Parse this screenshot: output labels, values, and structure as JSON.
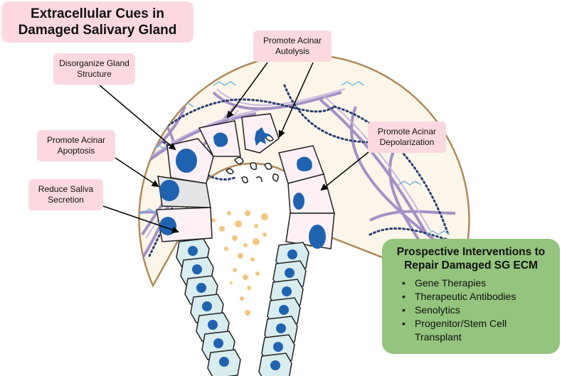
{
  "title": "Extracellular Cues in Damaged Salivary Gland",
  "labels": {
    "disorganize": "Disorganize Gland Structure",
    "autolysis": "Promote Acinar Autolysis",
    "apoptosis": "Promote Acinar Apoptosis",
    "depolarization": "Promote Acinar Depolarization",
    "saliva": "Reduce Saliva Secretion"
  },
  "interventions": {
    "title": "Prospective Interventions to Repair Damaged SG ECM",
    "items": [
      "Gene Therapies",
      "Therapeutic Antibodies",
      "Senolytics",
      "Progenitor/Stem Cell Transplant"
    ]
  },
  "colors": {
    "label_bg": "#fcd9e0",
    "intervention_bg": "#94c47d",
    "ecm_bg": "#fbf6e9",
    "ecm_border": "#b08a5a",
    "collagen": "#9b86c2",
    "fibronectin": "#2b3f73",
    "laminin": "#79b6da",
    "nucleus": "#1f63b0",
    "duct_cell": "#d9ecee",
    "secretion": "#f3c67f"
  }
}
